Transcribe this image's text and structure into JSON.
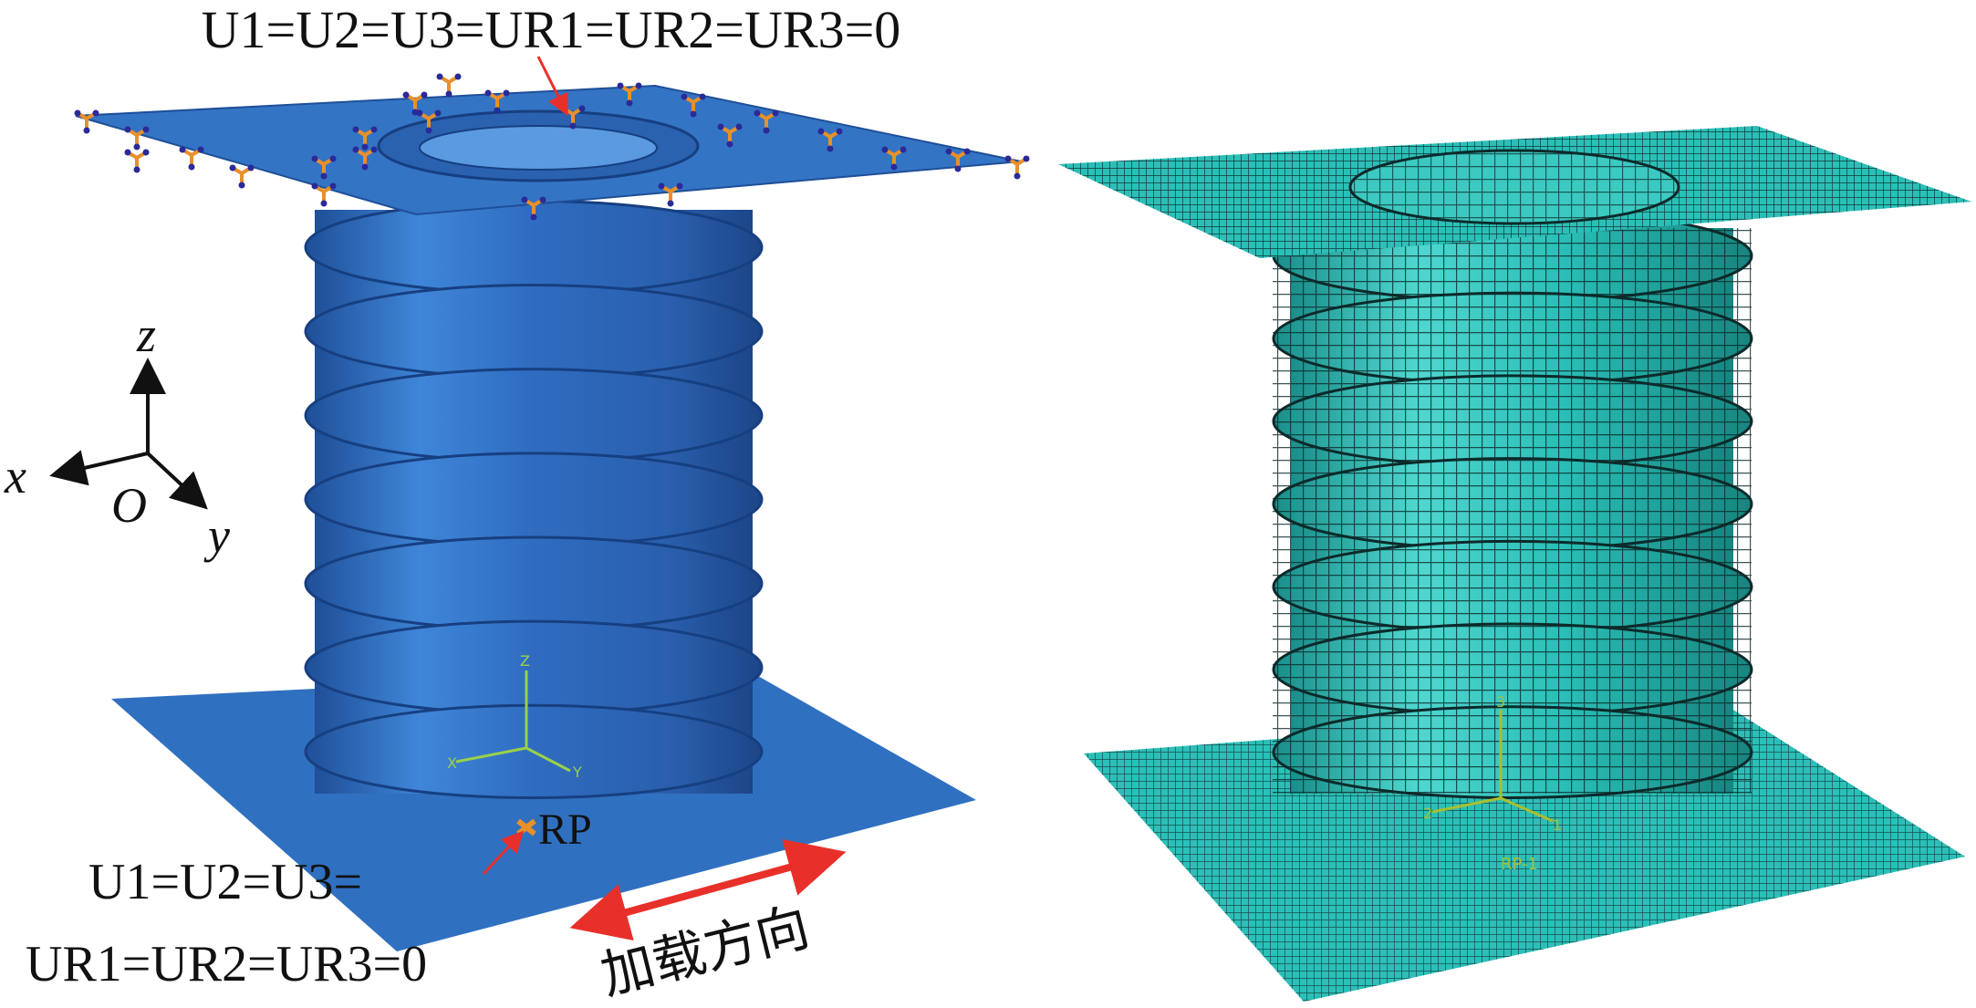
{
  "left_model": {
    "top_constraint": "U1=U2=U3=UR1=UR2=UR3=0",
    "reference_point": "RP",
    "bottom_constraint_line1": "U1=U2=U3=",
    "bottom_constraint_line2": "UR1=UR2=UR3=0",
    "loading_direction": "加载方向",
    "global_axes": {
      "z": "z",
      "x": "x",
      "origin": "O",
      "y": "y"
    },
    "model_triad": {
      "z": "Z",
      "x": "X",
      "y": "Y"
    }
  },
  "right_model": {
    "reference_point": "RP-1",
    "model_triad": {
      "z": "3",
      "x": "2",
      "y": "1"
    }
  },
  "colors": {
    "solid_blue": "#2f6cc0",
    "mesh_teal": "#2bbfb8",
    "mesh_line": "#0d2a2a",
    "arrow_red": "#e8302a",
    "triad_green": "#9ad04a"
  }
}
